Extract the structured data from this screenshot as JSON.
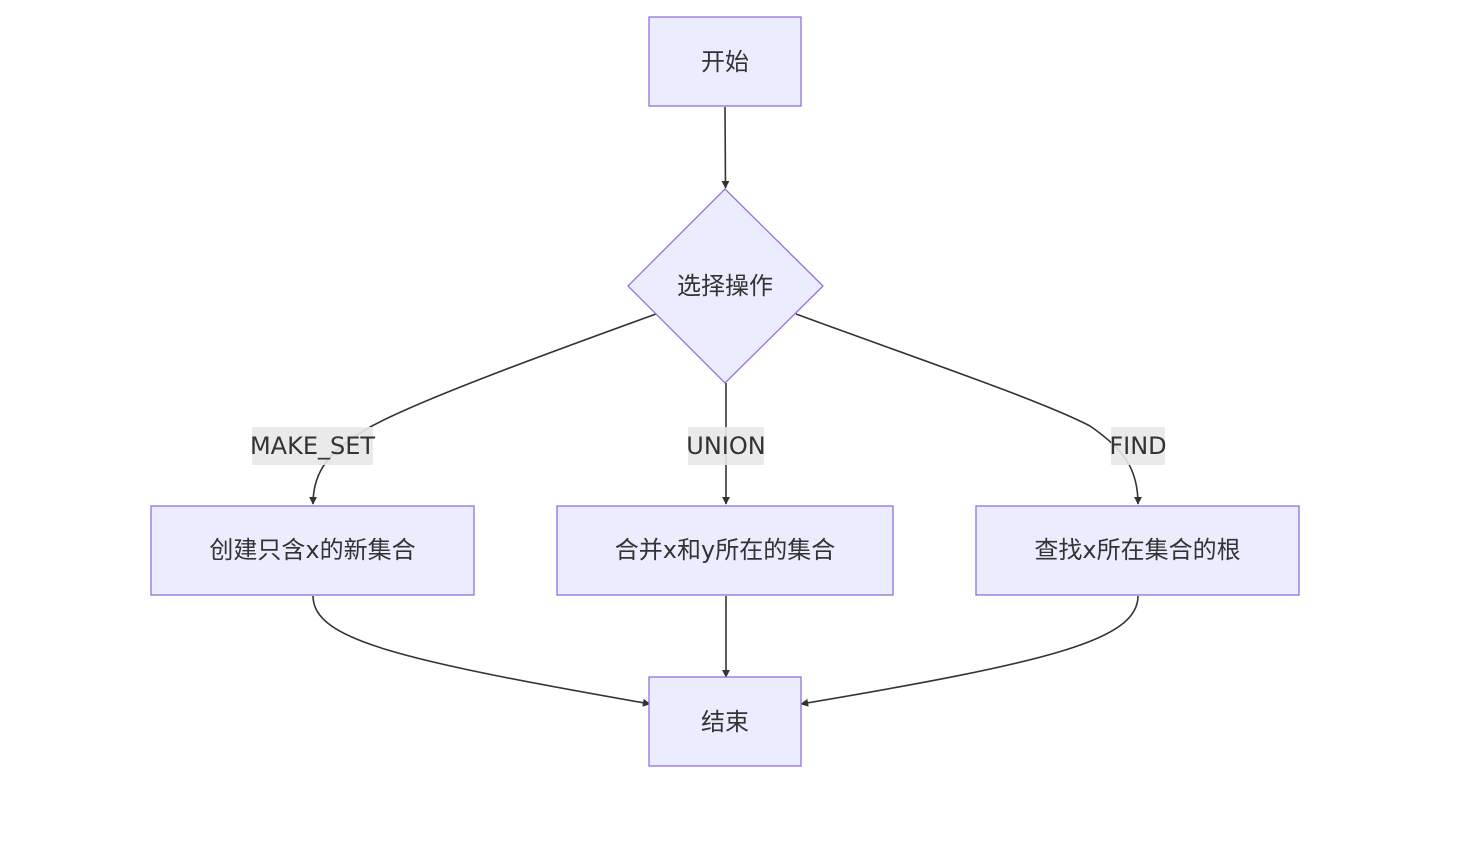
{
  "nodes": {
    "start": "开始",
    "decision": "选择操作",
    "make_set": "创建只含x的新集合",
    "union": "合并x和y所在的集合",
    "find": "查找x所在集合的根",
    "end": "结束"
  },
  "edge_labels": {
    "make_set": "MAKE_SET",
    "union": "UNION",
    "find": "FIND"
  },
  "colors": {
    "node_fill": "#ECECFF",
    "node_stroke": "#9370DB",
    "edge": "#333333",
    "label_bg": "#E8E8E8"
  }
}
